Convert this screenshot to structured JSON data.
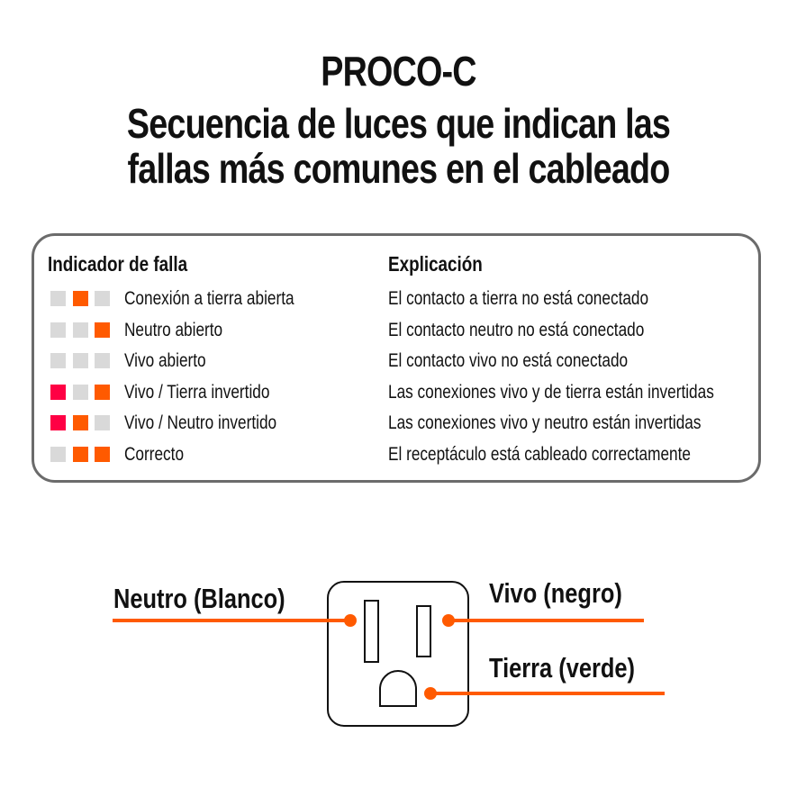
{
  "header": {
    "product": "PROCO-C",
    "subtitle_line1": "Secuencia de luces que indican las",
    "subtitle_line2": "fallas más comunes en el cableado"
  },
  "table": {
    "col_indicator": "Indicador de falla",
    "col_explanation": "Explicación",
    "colors": {
      "off": "#d9d9d9",
      "orange": "#ff5a00",
      "red": "#ff0044"
    },
    "rows": [
      {
        "lights": [
          "off",
          "orange",
          "off"
        ],
        "label": "Conexión a tierra abierta",
        "explanation": "El contacto a tierra no está conectado"
      },
      {
        "lights": [
          "off",
          "off",
          "orange"
        ],
        "label": "Neutro abierto",
        "explanation": "El contacto neutro no está conectado"
      },
      {
        "lights": [
          "off",
          "off",
          "off"
        ],
        "label": "Vivo abierto",
        "explanation": "El contacto vivo no está conectado"
      },
      {
        "lights": [
          "red",
          "off",
          "orange"
        ],
        "label": "Vivo / Tierra invertido",
        "explanation": "Las conexiones vivo y de tierra están invertidas"
      },
      {
        "lights": [
          "red",
          "orange",
          "off"
        ],
        "label": "Vivo / Neutro invertido",
        "explanation": "Las conexiones vivo y neutro están invertidas"
      },
      {
        "lights": [
          "off",
          "orange",
          "orange"
        ],
        "label": "Correcto",
        "explanation": "El receptáculo está cableado correctamente"
      }
    ]
  },
  "diagram": {
    "neutral_label": "Neutro (Blanco)",
    "live_label": "Vivo (negro)",
    "ground_label": "Tierra (verde)",
    "line_color": "#ff5a00"
  }
}
